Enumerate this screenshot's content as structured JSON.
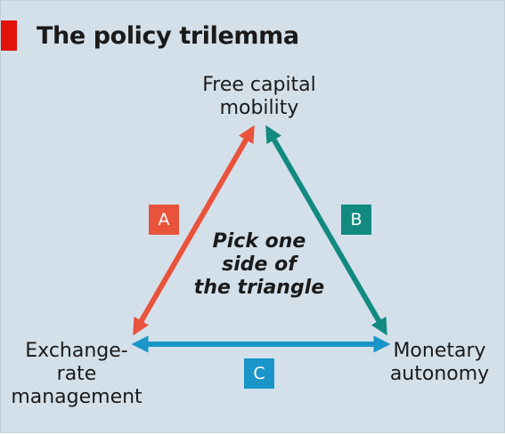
{
  "title": "The policy trilemma",
  "nodes": {
    "top": "Free capital\nmobility",
    "left": "Exchange-\nrate\nmanagement",
    "right": "Monetary\nautonomy"
  },
  "center_text": "Pick one\nside of\nthe triangle",
  "sides": [
    {
      "label": "A",
      "color": "#e9533c"
    },
    {
      "label": "B",
      "color": "#138a80"
    },
    {
      "label": "C",
      "color": "#1a95c9"
    }
  ],
  "colors": {
    "background": "#d3e0ea",
    "accent": "#e3120b"
  }
}
